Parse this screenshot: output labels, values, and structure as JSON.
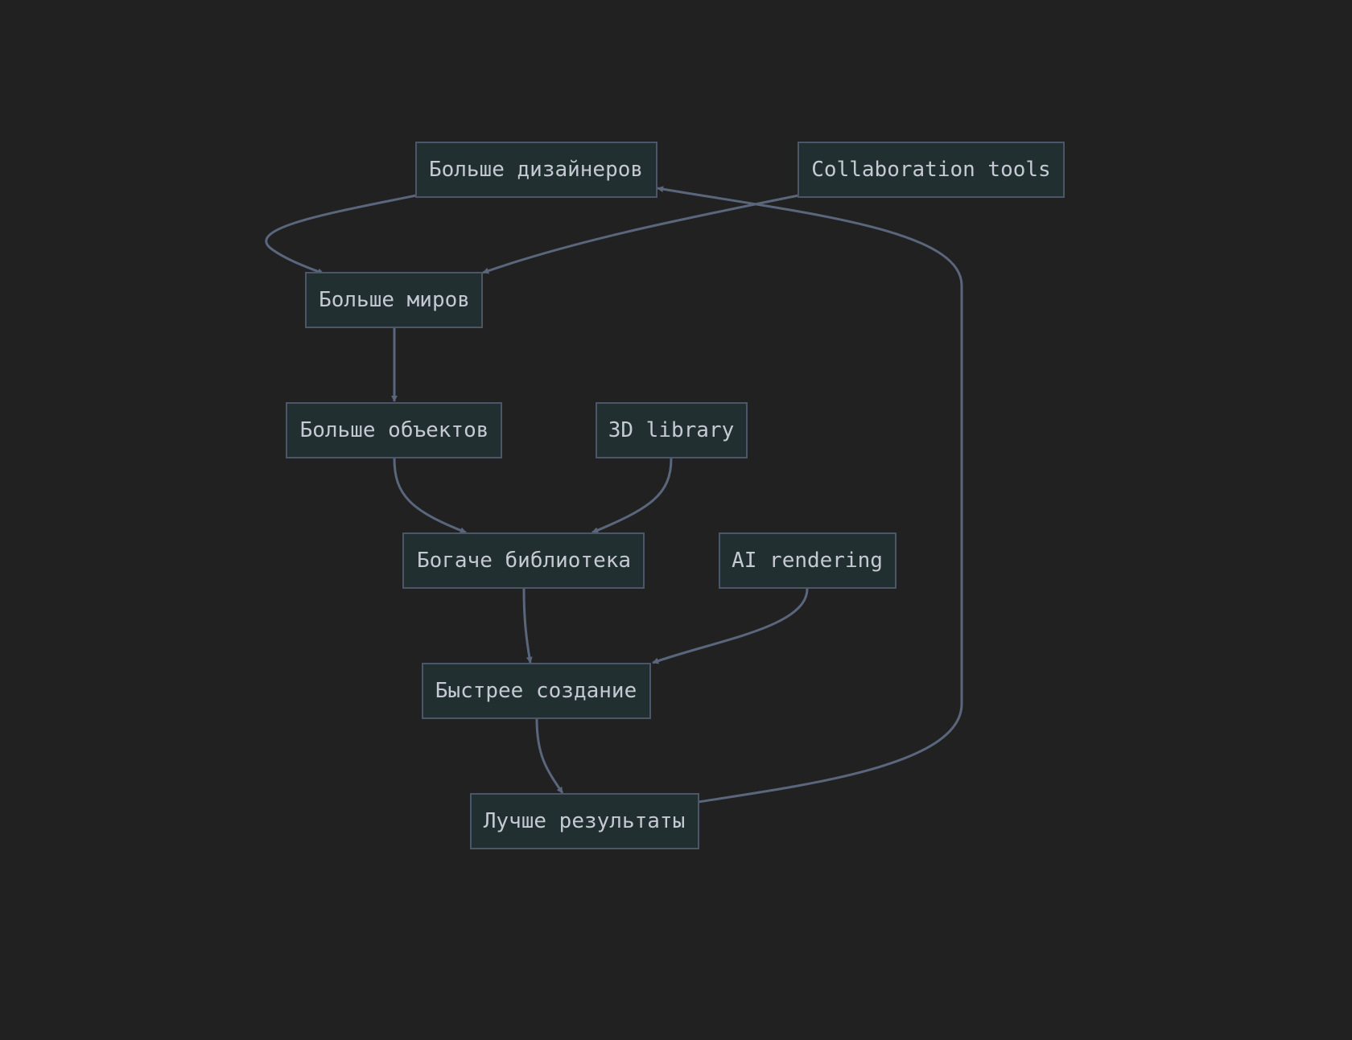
{
  "diagram": {
    "type": "flowchart",
    "nodes": {
      "more_designers": "Больше дизайнеров",
      "collab_tools": "Collaboration tools",
      "more_worlds": "Больше миров",
      "more_objects": "Больше объектов",
      "library_3d": "3D library",
      "richer_library": "Богаче библиотека",
      "ai_rendering": "AI rendering",
      "faster_creation": "Быстрее создание",
      "better_results": "Лучше результаты"
    },
    "edges": [
      {
        "from": "Больше дизайнеров",
        "to": "Больше миров"
      },
      {
        "from": "Collaboration tools",
        "to": "Больше миров"
      },
      {
        "from": "Больше миров",
        "to": "Больше объектов"
      },
      {
        "from": "Больше объектов",
        "to": "Богаче библиотека"
      },
      {
        "from": "3D library",
        "to": "Богаче библиотека"
      },
      {
        "from": "Богаче библиотека",
        "to": "Быстрее создание"
      },
      {
        "from": "AI rendering",
        "to": "Быстрее создание"
      },
      {
        "from": "Быстрее создание",
        "to": "Лучше результаты"
      },
      {
        "from": "Лучше результаты",
        "to": "Больше дизайнеров"
      }
    ],
    "colors": {
      "background": "#212121",
      "node_fill": "#222f31",
      "node_border": "#4b5669",
      "edge": "#5a667c",
      "text": "#c5c9d3"
    }
  }
}
